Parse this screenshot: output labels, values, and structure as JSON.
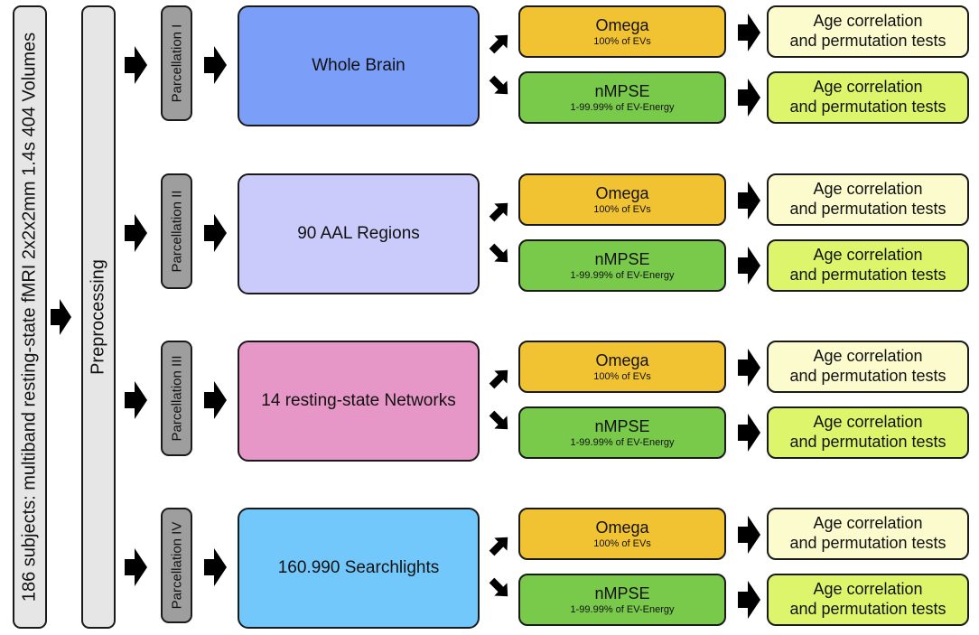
{
  "subjects_label": "186 subjects: multiband resting-state fMRI 2x2x2mm 1.4s 404 Volumes",
  "preprocessing_label": "Preprocessing",
  "rows": [
    {
      "parcellation": "Parcellation I",
      "region": "Whole Brain",
      "region_color": "#7b9ef9",
      "omega_title": "Omega",
      "omega_sub": "100% of EVs",
      "nmpse_title": "nMPSE",
      "nmpse_sub": "1-99.99% of EV-Energy",
      "result_line1": "Age correlation",
      "result_line2": "and permutation tests"
    },
    {
      "parcellation": "Parcellation II",
      "region": "90 AAL Regions",
      "region_color": "#cacbfa",
      "omega_title": "Omega",
      "omega_sub": "100% of EVs",
      "nmpse_title": "nMPSE",
      "nmpse_sub": "1-99.99% of EV-Energy",
      "result_line1": "Age correlation",
      "result_line2": "and permutation tests"
    },
    {
      "parcellation": "Parcellation III",
      "region": "14 resting-state Networks",
      "region_color": "#e797c7",
      "omega_title": "Omega",
      "omega_sub": "100% of EVs",
      "nmpse_title": "nMPSE",
      "nmpse_sub": "1-99.99% of EV-Energy",
      "result_line1": "Age correlation",
      "result_line2": "and permutation tests"
    },
    {
      "parcellation": "Parcellation IV",
      "region": "160.990 Searchlights",
      "region_color": "#72c8fb",
      "omega_title": "Omega",
      "omega_sub": "100% of EVs",
      "nmpse_title": "nMPSE",
      "nmpse_sub": "1-99.99% of EV-Energy",
      "result_line1": "Age correlation",
      "result_line2": "and permutation tests"
    }
  ],
  "colors": {
    "omega": "#f1c232",
    "nmpse": "#79c94a",
    "result_omega": "#fbfbce",
    "result_nmpse": "#ddf56b",
    "bar_light": "#e6e6e6",
    "bar_dark": "#9e9e9e"
  }
}
